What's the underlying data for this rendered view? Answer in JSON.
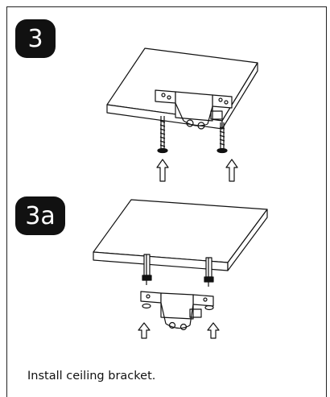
{
  "steps": [
    {
      "label": "3"
    },
    {
      "label": "3a"
    }
  ],
  "caption": "Install ceiling bracket.",
  "colors": {
    "ink": "#111111",
    "badge_bg": "#111111",
    "badge_text": "#ffffff",
    "frame": "#222222"
  },
  "icons": [
    "arrow-up-icon",
    "screw-anchor-icon",
    "ceiling-bracket-icon",
    "ceiling-panel-icon"
  ]
}
